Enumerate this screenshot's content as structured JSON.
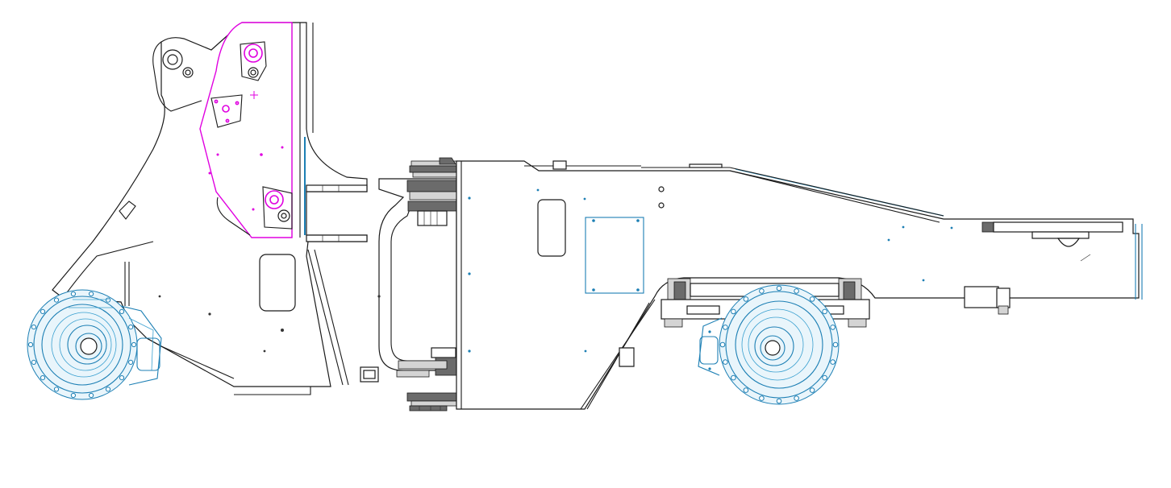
{
  "drawing": {
    "colors": {
      "outline": "#1a1a1a",
      "highlight": "#e000e0",
      "component": "#1c7fb4",
      "shade": "#6b6b6b",
      "background": "#ffffff"
    },
    "parts": [
      "front-frame",
      "highlighted-plate",
      "articulation-joint",
      "rear-frame",
      "front-axle-wheel-hub",
      "rear-axle-wheel-hub",
      "rear-bogie",
      "rear-deck"
    ]
  }
}
